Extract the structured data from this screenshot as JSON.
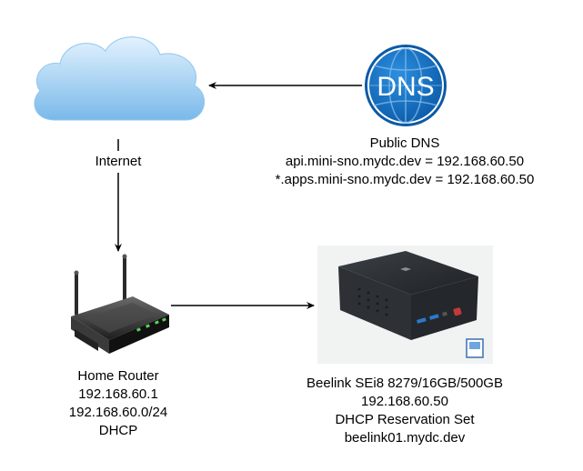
{
  "internet": {
    "label": "Internet"
  },
  "dns": {
    "icon_text": "DNS",
    "lines": [
      "Public DNS",
      "api.mini-sno.mydc.dev = 192.168.60.50",
      "*.apps.mini-sno.mydc.dev = 192.168.60.50"
    ]
  },
  "router": {
    "lines": [
      "Home Router",
      "192.168.60.1",
      "192.168.60.0/24",
      "DHCP"
    ]
  },
  "server": {
    "lines": [
      "Beelink SEi8 8279/16GB/500GB",
      "192.168.60.50",
      "DHCP Reservation Set",
      "beelink01.mydc.dev"
    ]
  },
  "colors": {
    "cloud_fill_top": "#d6ecfd",
    "cloud_fill_bottom": "#7fbfee",
    "dns_blue": "#1273c7",
    "dns_blue_dark": "#0a4f91",
    "router_dark": "#2b2b2b",
    "server_dark": "#2f3338",
    "arrow": "#000000"
  }
}
